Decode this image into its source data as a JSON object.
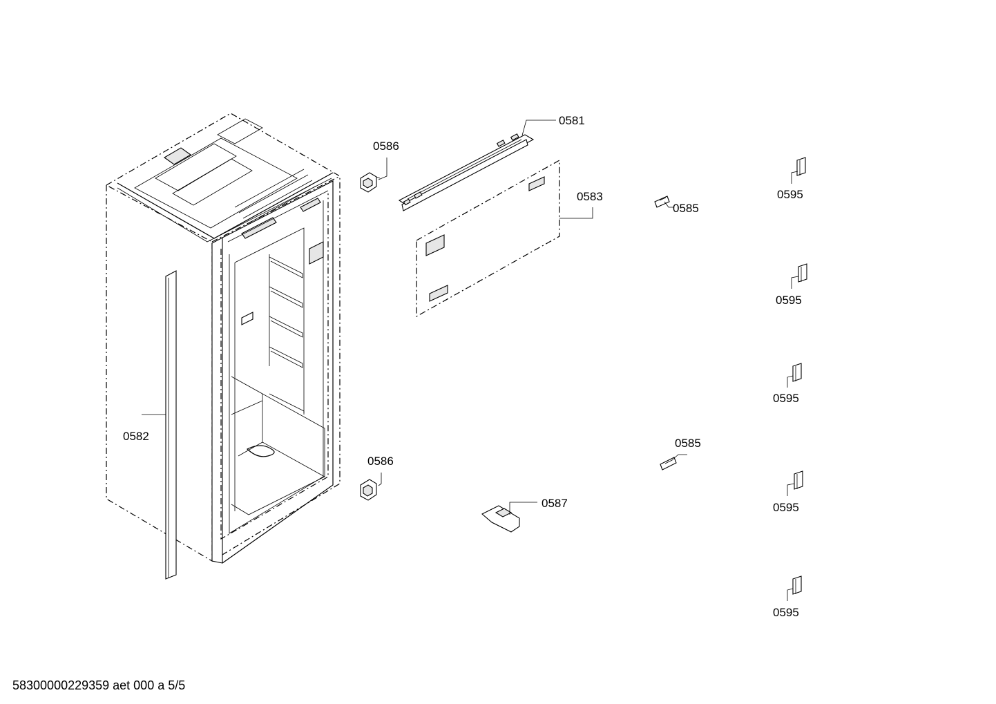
{
  "labels": {
    "l0581": "0581",
    "l0582": "0582",
    "l0583": "0583",
    "l0585a": "0585",
    "l0585b": "0585",
    "l0586a": "0586",
    "l0586b": "0586",
    "l0587": "0587",
    "l0595a": "0595",
    "l0595b": "0595",
    "l0595c": "0595",
    "l0595d": "0595",
    "l0595e": "0595"
  },
  "footer": "58300000229359 aet 000 a 5/5",
  "icons": [
    "cabinet-outline",
    "side-strip",
    "rail",
    "panel",
    "clip",
    "bracket",
    "hinge-part"
  ]
}
